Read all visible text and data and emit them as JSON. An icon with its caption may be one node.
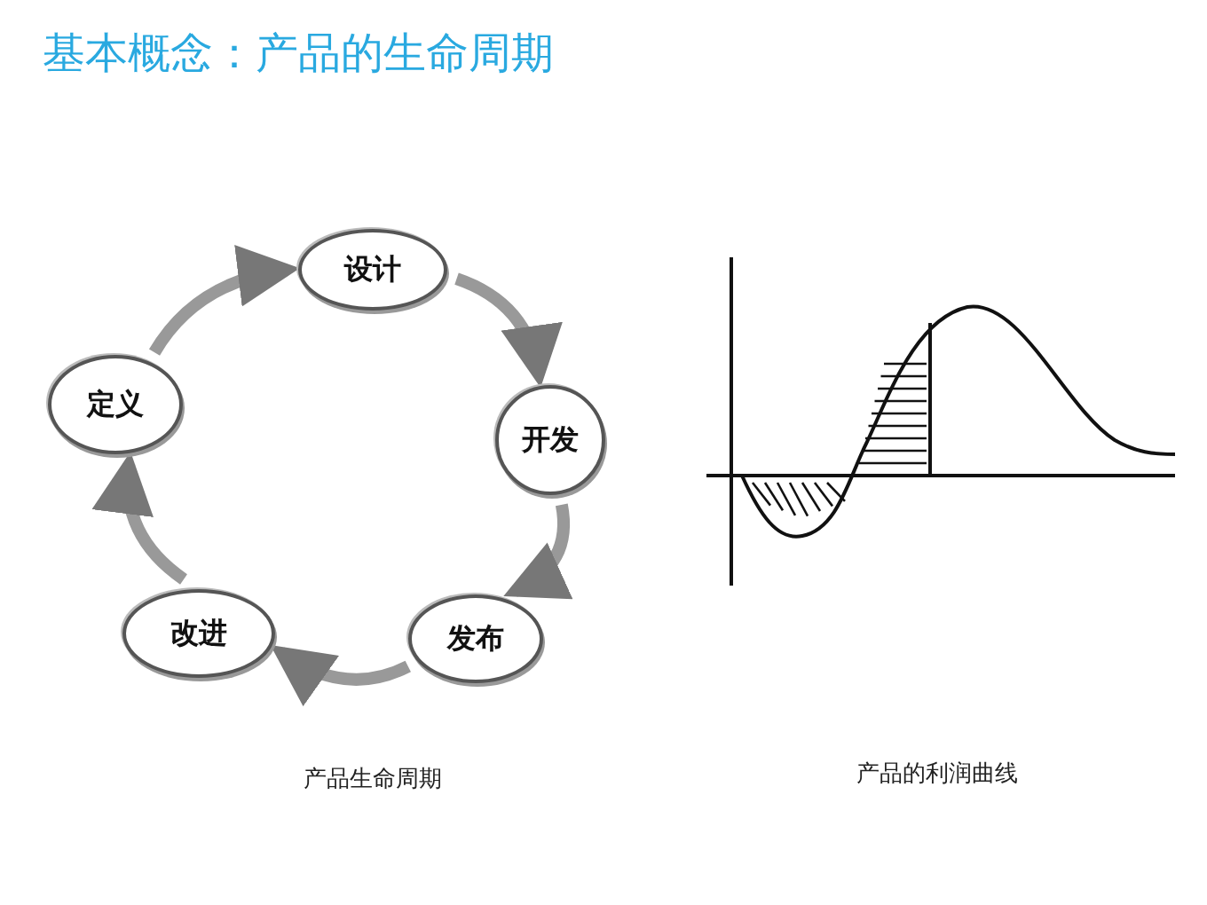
{
  "diagram": {
    "title": "基本概念：产品的生命周期",
    "nodes": [
      {
        "text": [
          "设计"
        ]
      },
      {
        "text": [
          "开发"
        ]
      },
      {
        "text": [
          "发布"
        ]
      },
      {
        "text": [
          "改进"
        ]
      },
      {
        "text": [
          "定义"
        ]
      }
    ],
    "edges": [
      {
        "from": 0,
        "to": 1,
        "arrow": "to"
      },
      {
        "from": 1,
        "to": 2,
        "arrow": "to"
      },
      {
        "from": 2,
        "to": 3,
        "arrow": "to"
      },
      {
        "from": 3,
        "to": 4,
        "arrow": "to"
      },
      {
        "from": 4,
        "to": 0,
        "arrow": "to"
      }
    ],
    "labels": [
      "产品生命周期",
      "产品的利润曲线"
    ]
  }
}
